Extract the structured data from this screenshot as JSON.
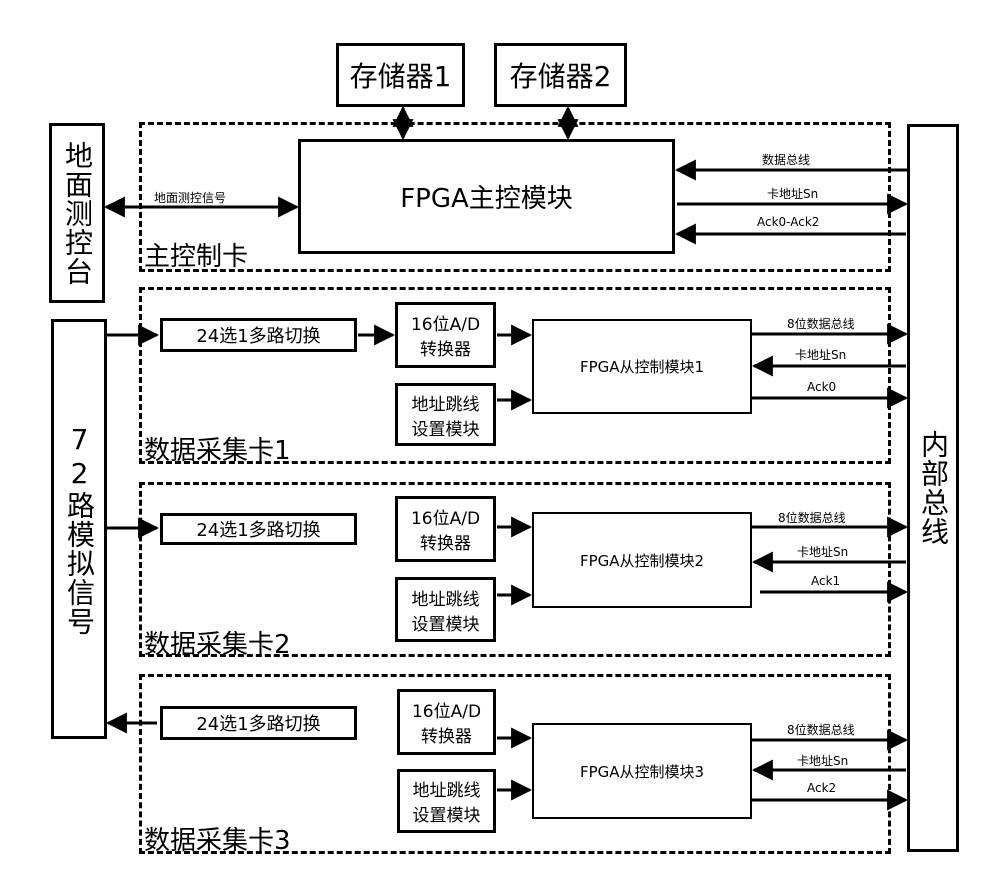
{
  "storage": [
    "存储器1",
    "存储器2"
  ],
  "ground": "地面测控台",
  "ground_signal": "地面测控信号",
  "analog_in": "72路模拟信号",
  "bus": "内部总线",
  "main": {
    "fpga": "FPGA主控模块",
    "card": "主控制卡",
    "data_bus": "数据总线",
    "addr": "卡地址Sn",
    "ack": "Ack0-Ack2"
  },
  "cards": [
    {
      "mux": "24选1多路切换",
      "adc_l1": "16位A/D",
      "adc_l2": "转换器",
      "jmp_l1": "地址跳线",
      "jmp_l2": "设置模块",
      "fpga": "FPGA从控制模块1",
      "data": "8位数据总线",
      "addr": "卡地址Sn",
      "ack": "Ack0",
      "card": "数据采集卡1"
    },
    {
      "mux": "24选1多路切换",
      "adc_l1": "16位A/D",
      "adc_l2": "转换器",
      "jmp_l1": "地址跳线",
      "jmp_l2": "设置模块",
      "fpga": "FPGA从控制模块2",
      "data": "8位数据总线",
      "addr": "卡地址Sn",
      "ack": "Ack1",
      "card": "数据采集卡2"
    },
    {
      "mux": "24选1多路切换",
      "adc_l1": "16位A/D",
      "adc_l2": "转换器",
      "jmp_l1": "地址跳线",
      "jmp_l2": "设置模块",
      "fpga": "FPGA从控制模块3",
      "data": "8位数据总线",
      "addr": "卡地址Sn",
      "ack": "Ack2",
      "card": "数据采集卡3"
    }
  ]
}
